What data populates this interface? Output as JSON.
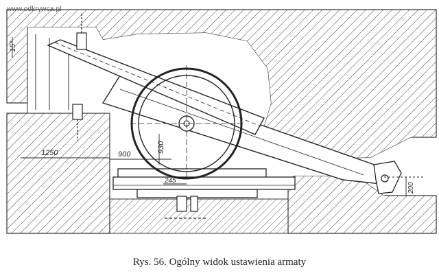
{
  "watermark": "www.odkrywca.pl",
  "caption": "Rys. 56. Ogólny widok ustawienia armaty",
  "dimensions": {
    "d15": "15°",
    "d1250": "1250",
    "d900": "900",
    "d930": "930",
    "d245": "245",
    "d200": "200"
  }
}
